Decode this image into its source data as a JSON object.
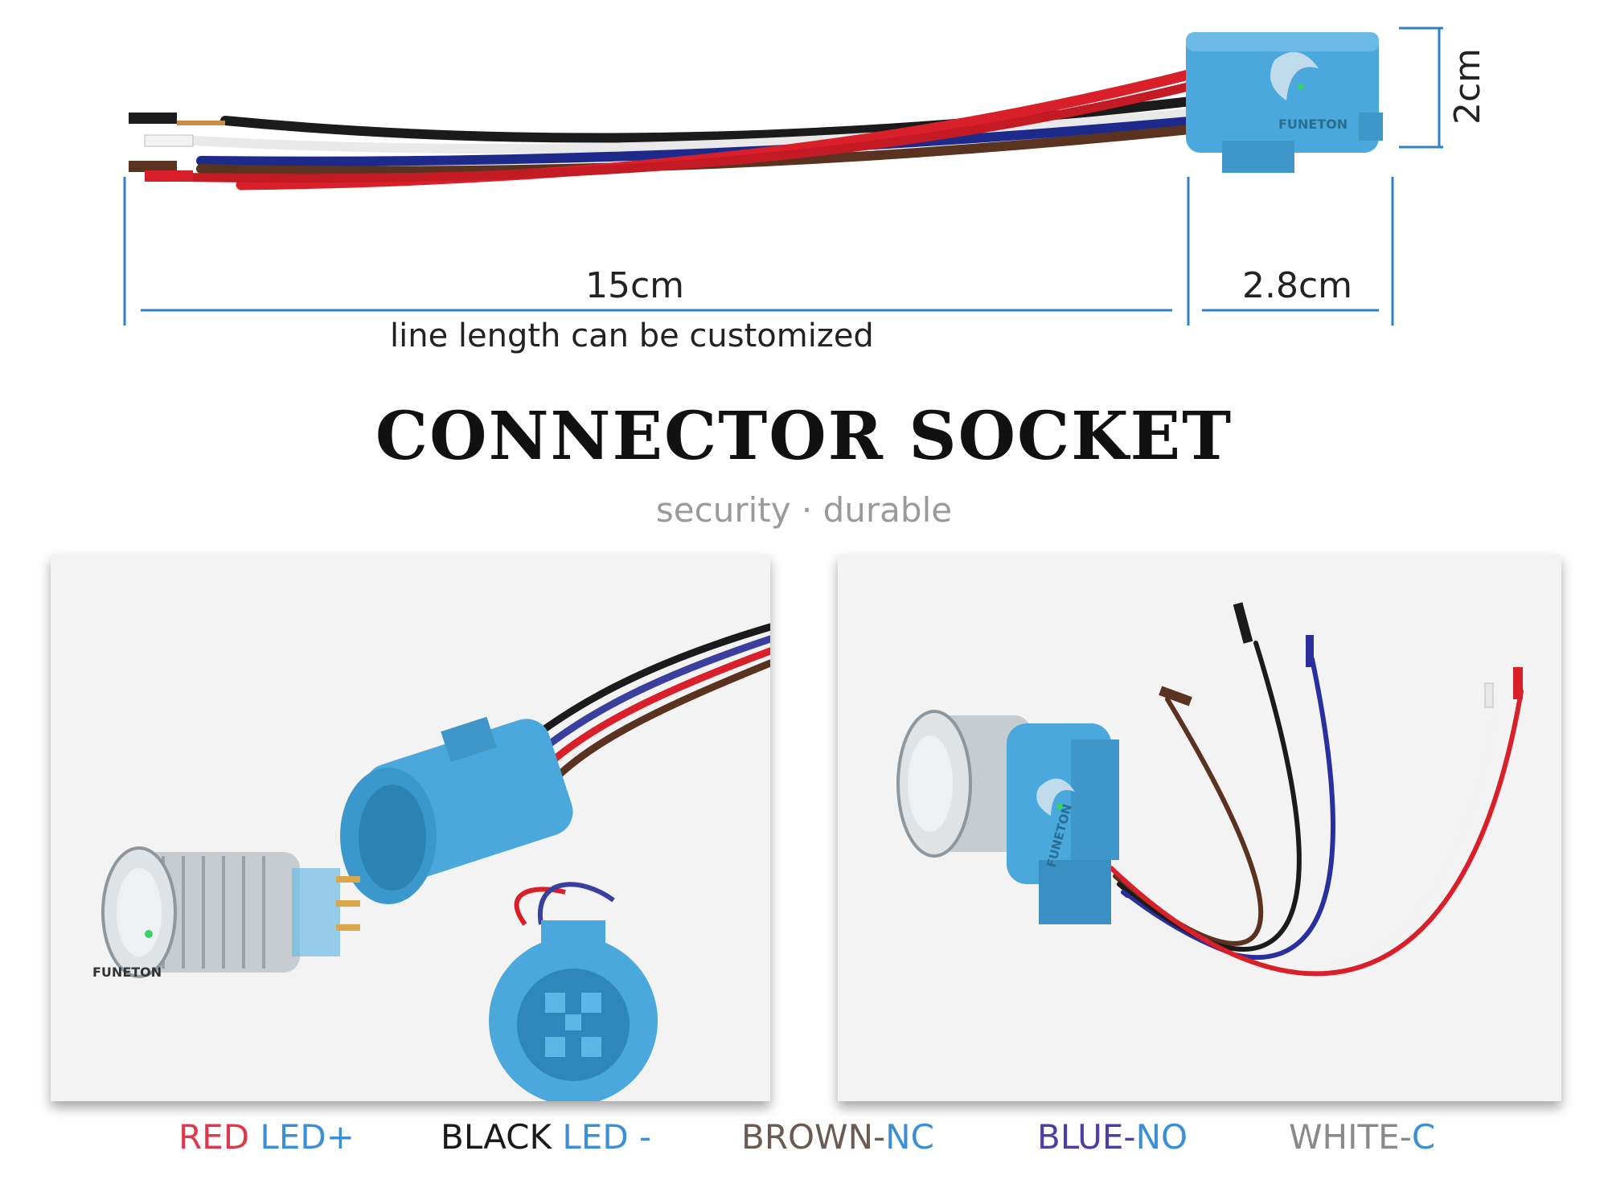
{
  "dimensions": {
    "wire_length": "15cm",
    "connector_length": "2.8cm",
    "connector_height": "2cm",
    "note": "line length can be customized"
  },
  "brand": "FUNETON",
  "title": "CONNECTOR SOCKET",
  "subtitle": "security · durable",
  "legend": [
    {
      "color_word": "RED",
      "function": " LED+",
      "color_hex": "#e0384a",
      "function_hex": "#3a8fd6"
    },
    {
      "color_word": "BLACK",
      "function": " LED -",
      "color_hex": "#1a1a1a",
      "function_hex": "#3a8fd6"
    },
    {
      "color_word": "BROWN-",
      "function": "NC",
      "color_hex": "#6b5a52",
      "function_hex": "#3a8fd6"
    },
    {
      "color_word": "BLUE-",
      "function": "NO",
      "color_hex": "#4a3fa8",
      "function_hex": "#3a8fd6"
    },
    {
      "color_word": "WHITE-",
      "function": "C",
      "color_hex": "#8a8a8a",
      "function_hex": "#3a8fd6"
    }
  ],
  "colors": {
    "dimension_line": "#2f7fc9",
    "connector_blue": "#4aa8dc",
    "wire_red": "#d81f2a",
    "wire_black": "#1b1b1b",
    "wire_blue": "#1d2a8c",
    "wire_brown": "#5a3320",
    "wire_white": "#f2f2f2"
  }
}
